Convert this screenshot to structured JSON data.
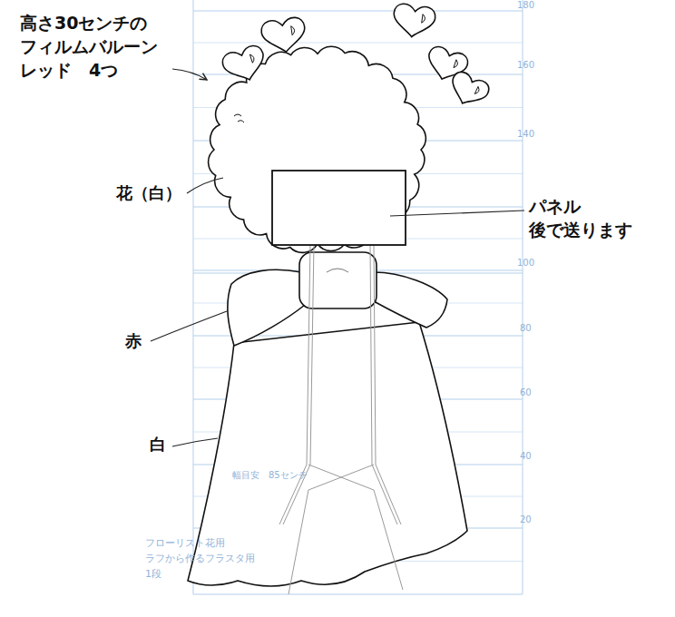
{
  "diagram": {
    "labels": [
      "高さ30センチの フィルムバルーン レッド　4つ",
      "花（白）",
      "パネル 後で送ります",
      "赤",
      "白",
      "180",
      "160",
      "140",
      "100",
      "80",
      "60",
      "40",
      "20",
      "幅目安　85センチ",
      "フローリスト花用 ラフから作るフラスタ用 1段"
    ]
  }
}
